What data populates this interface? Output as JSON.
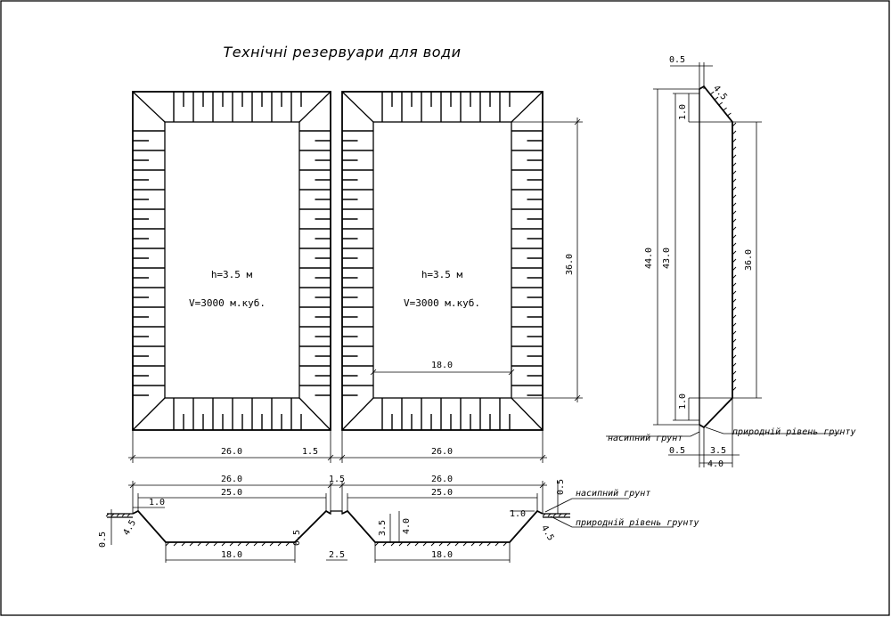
{
  "title": "Технічні резервуари для води",
  "tank_left": {
    "h": "h=3.5 м",
    "v": "V=3000 м.куб."
  },
  "tank_right": {
    "h": "h=3.5 м",
    "v": "V=3000 м.куб."
  },
  "plan_dims": {
    "width_left": "26.0",
    "gap": "1.5",
    "width_right": "26.0",
    "inner_width": "18.0",
    "inner_length": "36.0"
  },
  "section_dims": {
    "top_left": "26.0",
    "top_right": "26.0",
    "gap_top": "1.5",
    "mid_left": "25.0",
    "mid_right": "25.0",
    "bottom_left": "18.0",
    "bottom_right": "18.0",
    "berm_left": "1.0",
    "berm_right": "1.0",
    "depth_a": "3.5",
    "depth_b": "4.0",
    "fill_left": "0.5",
    "fill_mid": "0.5",
    "fill_right": "0.5",
    "slope_left": "4.5",
    "slope_right": "4.5",
    "gap_bottom": "2.5"
  },
  "profile_dims": {
    "top_gap": "0.5",
    "slope_top": "4.5",
    "berm_top": "1.0",
    "len_total": "44.0",
    "len_mid": "43.0",
    "len_inner": "36.0",
    "berm_bottom": "1.0",
    "bottom_a": "0.5",
    "bottom_b": "3.5",
    "bottom_c": "4.0"
  },
  "notes": {
    "fill_soil": "насипний грунт",
    "natural_level": "природній рівень грунту",
    "fill_soil_right": "насипний грунт",
    "natural_level_right": "природній рівень грунту"
  }
}
